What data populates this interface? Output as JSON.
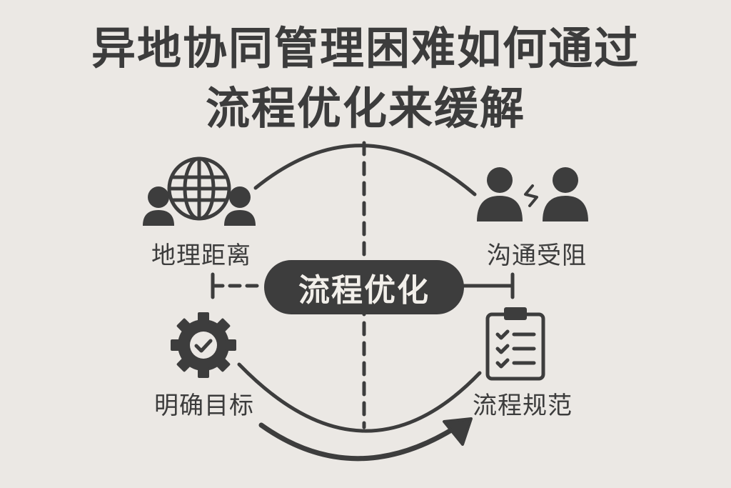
{
  "title": {
    "line1": "异地协同管理困难如何通过",
    "line2": "流程优化来缓解"
  },
  "center": {
    "label": "流程优化"
  },
  "nodes": [
    {
      "label": "地理距离",
      "icon": "globe-with-people-icon"
    },
    {
      "label": "沟通受阻",
      "icon": "people-disconnected-icon"
    },
    {
      "label": "明确目标",
      "icon": "gear-check-icon"
    },
    {
      "label": "流程规范",
      "icon": "clipboard-checklist-icon"
    }
  ],
  "colors": {
    "background": "#ebe8e4",
    "foreground": "#3d3d3d",
    "pill_text": "#f2efea"
  }
}
